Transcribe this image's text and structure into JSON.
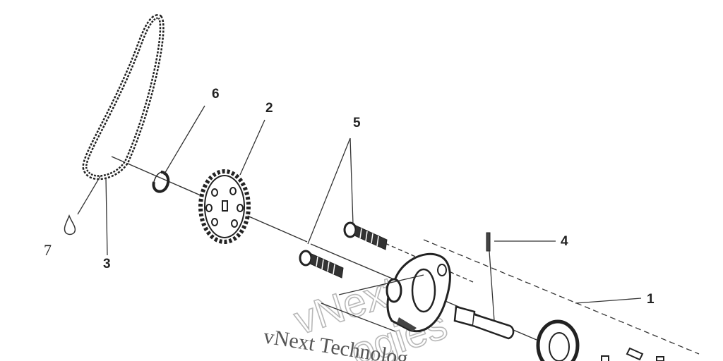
{
  "callouts": {
    "c1": "1",
    "c2": "2",
    "c3": "3",
    "c4": "4",
    "c5": "5",
    "c6": "6",
    "c7": "7"
  },
  "watermark": {
    "outline_a": "vNext",
    "outline_b": "ogies",
    "text": "vNext Technolog"
  },
  "colors": {
    "line": "#222222",
    "bolt": "#333333",
    "background": "#ffffff"
  }
}
